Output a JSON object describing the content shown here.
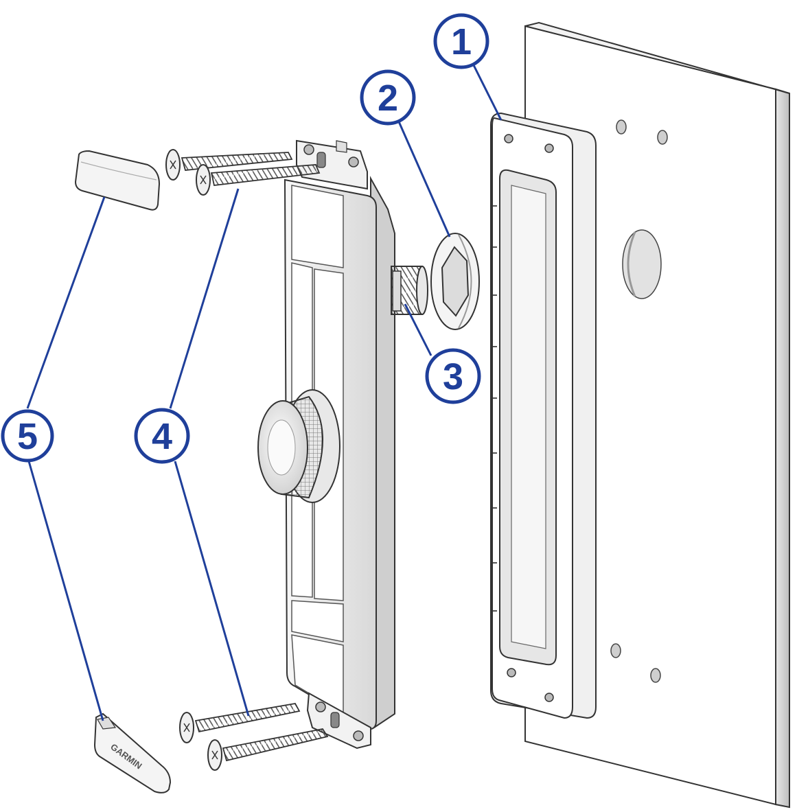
{
  "callouts": [
    {
      "id": "1",
      "label": "1"
    },
    {
      "id": "2",
      "label": "2"
    },
    {
      "id": "3",
      "label": "3"
    },
    {
      "id": "4",
      "label": "4"
    },
    {
      "id": "5",
      "label": "5"
    }
  ],
  "logo": "GARMIN",
  "colors": {
    "callout": "#1f3f9a",
    "line": "#1f3f9a",
    "part_stroke": "#333333",
    "part_fill": "#ffffff",
    "shadow": "#d9d9d9"
  }
}
